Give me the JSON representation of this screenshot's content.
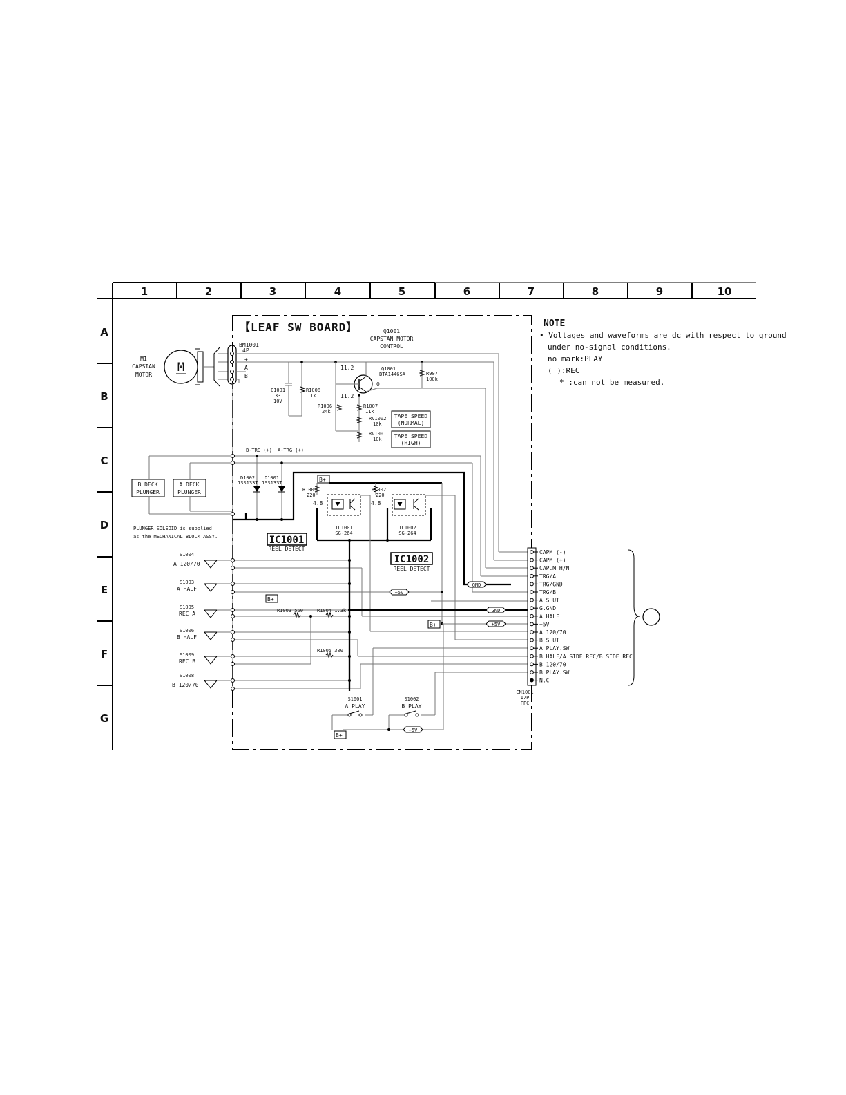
{
  "grid": {
    "columns": [
      "1",
      "2",
      "3",
      "4",
      "5",
      "6",
      "7",
      "8",
      "9",
      "10"
    ],
    "rows": [
      "A",
      "B",
      "C",
      "D",
      "E",
      "F",
      "G"
    ]
  },
  "board": {
    "title": "【LEAF SW BOARD】"
  },
  "note": {
    "heading": "NOTE",
    "lines": [
      "• Voltages and waveforms are dc with respect to ground",
      "under no-signal conditions.",
      "no mark:PLAY",
      "(      ):REC",
      "*    :can not be measured."
    ]
  },
  "motor": {
    "label1": "M1",
    "label2": "CAPSTAN",
    "label3": "MOTOR",
    "symbol": "M"
  },
  "cn_bm": {
    "ref": "BM1001",
    "pins": "4P",
    "minus": "–",
    "plus": "+",
    "a": "A",
    "b": "B"
  },
  "q1001": {
    "header1": "Q1001",
    "header2": "CAPSTAN MOTOR",
    "header3": "CONTROL",
    "ref": "Q1001",
    "part": "BTA1446SA",
    "v1": "11.2",
    "v2": "11.2",
    "v3": "0"
  },
  "components": {
    "c1001": [
      "C1001",
      "33",
      "10V"
    ],
    "r1008": [
      "R1008",
      "1k"
    ],
    "r1006": [
      "R1006",
      "24k"
    ],
    "r1007": [
      "R1007",
      "11k"
    ],
    "r907": [
      "R907",
      "100k"
    ],
    "rv1002": [
      "RV1002",
      "10k"
    ],
    "rv1001": [
      "RV1001",
      "10k"
    ],
    "d1002": [
      "D1002",
      "1SS133T"
    ],
    "d1001": [
      "D1001",
      "1SS133T"
    ],
    "r1001": [
      "R1001",
      "220"
    ],
    "r1002": [
      "R1002",
      "220"
    ],
    "r1003": "R1003 560",
    "r1004": "R1004 1.3k",
    "r1005": "R1005 300"
  },
  "tape_speed": {
    "normal": [
      "TAPE SPEED",
      "(NORMAL)"
    ],
    "high": [
      "TAPE SPEED",
      "(HIGH)"
    ]
  },
  "trg_labels": {
    "b": "B-TRG (+)",
    "a": "A-TRG (+)"
  },
  "plungers": {
    "b": [
      "B DECK",
      "PLUNGER"
    ],
    "a": [
      "A DECK",
      "PLUNGER"
    ],
    "note1": "PLUNGER SOLEOID is supplied",
    "note2": "as the MECHANICAL BLOCK ASSY."
  },
  "ic1001": {
    "label": "IC1001",
    "desc": "REEL DETECT",
    "ref": "IC1001",
    "part": "SG-264",
    "volt": "4.8"
  },
  "ic1002": {
    "label": "IC1002",
    "desc": "REEL DETECT",
    "ref": "IC1002",
    "part": "SG-264",
    "volt": "4.8"
  },
  "bplus": "B+",
  "plus5v": "+5V",
  "gnd": "GND",
  "switches": [
    {
      "ref": "S1004",
      "name": "A 120/70"
    },
    {
      "ref": "S1003",
      "name": "A HALF"
    },
    {
      "ref": "S1005",
      "name": "REC A"
    },
    {
      "ref": "S1006",
      "name": "B HALF"
    },
    {
      "ref": "S1009",
      "name": "REC B"
    },
    {
      "ref": "S1008",
      "name": "B 120/70"
    }
  ],
  "play_switches": [
    {
      "ref": "S1001",
      "name": "A PLAY"
    },
    {
      "ref": "S1002",
      "name": "B PLAY"
    }
  ],
  "connector": {
    "pins": [
      "CAPM (-)",
      "CAPM (+)",
      "CAP.M H/N",
      "TRG/A",
      "TRG/GND",
      "TRG/B",
      "A SHUT",
      "G.GND",
      "A HALF",
      "+5V",
      "A 120/70",
      "B SHUT",
      "A PLAY.SW",
      "B HALF/A SIDE REC/B SIDE REC",
      "B 120/70",
      "B PLAY.SW",
      "N.C"
    ],
    "ref": "CN1001",
    "pins_count": "17P",
    "type": "FFC"
  }
}
